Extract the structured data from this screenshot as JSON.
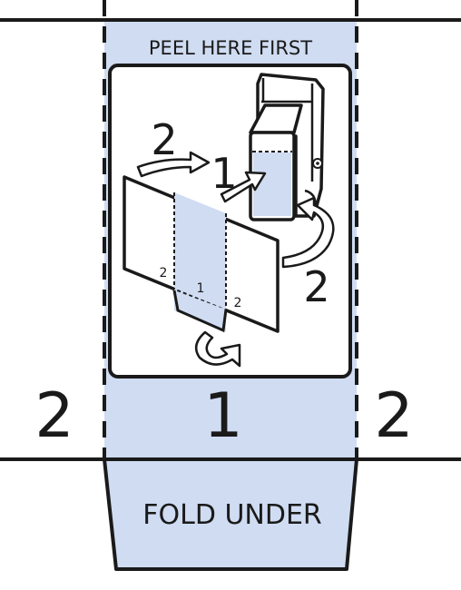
{
  "header": {
    "peel_label": "PEEL HERE FIRST"
  },
  "footer": {
    "fold_label": "FOLD UNDER"
  },
  "panels": {
    "left_number": "2",
    "center_number": "1",
    "right_number": "2"
  },
  "instruction": {
    "step_two_top": "2",
    "step_one": "1",
    "step_two_right": "2",
    "card_mark_left": "2",
    "card_mark_center": "1",
    "card_mark_right": "2"
  },
  "colors": {
    "tint": "#cfdcf2",
    "ink": "#1a1a1a",
    "background": "#ffffff"
  }
}
